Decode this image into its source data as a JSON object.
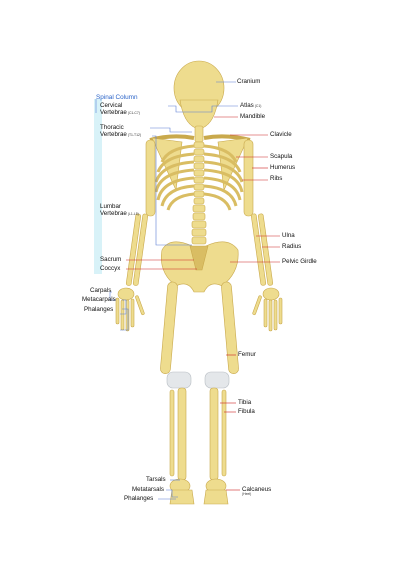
{
  "diagram": {
    "spinal_column": {
      "title": "Spinal Column",
      "sections": [
        {
          "name_line1": "Cervical",
          "name_line2": "Vertebrae",
          "range": "(C1-C7)"
        },
        {
          "name_line1": "Thoracic",
          "name_line2": "Vertebrae",
          "range": "(T1-T12)"
        },
        {
          "name_line1": "Lumbar",
          "name_line2": "Vertebrae",
          "range": "(L1-L5)"
        }
      ],
      "sacrum": "Sacrum",
      "coccyx": "Coccyx"
    },
    "right_labels": {
      "cranium": "Cranium",
      "atlas": "Atlas",
      "atlas_sub": "(C1)",
      "mandible": "Mandible",
      "clavicle": "Clavicle",
      "scapula": "Scapula",
      "humerus": "Humerus",
      "ribs": "Ribs",
      "ulna": "Ulna",
      "radius": "Radius",
      "pelvic_girdle": "Pelvic Girdle",
      "femur": "Femur",
      "tibia": "Tibia",
      "fibula": "Fibula",
      "calcaneus": "Calcaneus",
      "calcaneus_sub": "(Heel)"
    },
    "left_labels": {
      "carpals": "Carpals",
      "metacarpals": "Metacarpals",
      "phalanges_hand": "Phalanges",
      "tarsals": "Tarsals",
      "metatarsals": "Metatarsals",
      "phalanges_foot": "Phalanges"
    },
    "colors": {
      "bone": "#eedc8e",
      "bone_dark": "#c9a94c",
      "cartilage": "#e4e7ea",
      "spine_band": "#d8f2f8",
      "leader_red": "#cc2222",
      "leader_blue": "#5b7fd6",
      "accent_blue": "#2a63c8"
    }
  }
}
